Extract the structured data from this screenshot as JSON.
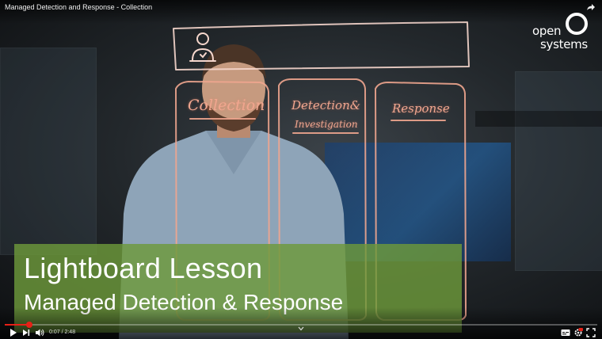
{
  "video": {
    "title": "Managed Detection and Response - Collection"
  },
  "logo": {
    "line1": "open",
    "line2": "systems"
  },
  "lightboard": {
    "col1": "Collection",
    "col2_line1": "Detection&",
    "col2_line2": "Investigation",
    "col3": "Response"
  },
  "lower_third": {
    "title": "Lightboard Lesson",
    "subtitle": "Managed Detection & Response"
  },
  "controls": {
    "time": "0:07 / 2:48",
    "progress_fraction": 0.042,
    "progress_color": "#e62117",
    "settings_badge_color": "#e62117",
    "icons": [
      "play-icon",
      "next-icon",
      "volume-icon",
      "subtitles-icon",
      "settings-icon",
      "fullscreen-icon"
    ]
  },
  "colors": {
    "lower_third_green": "#6d993b",
    "marker_pink": "#f0a68f"
  }
}
